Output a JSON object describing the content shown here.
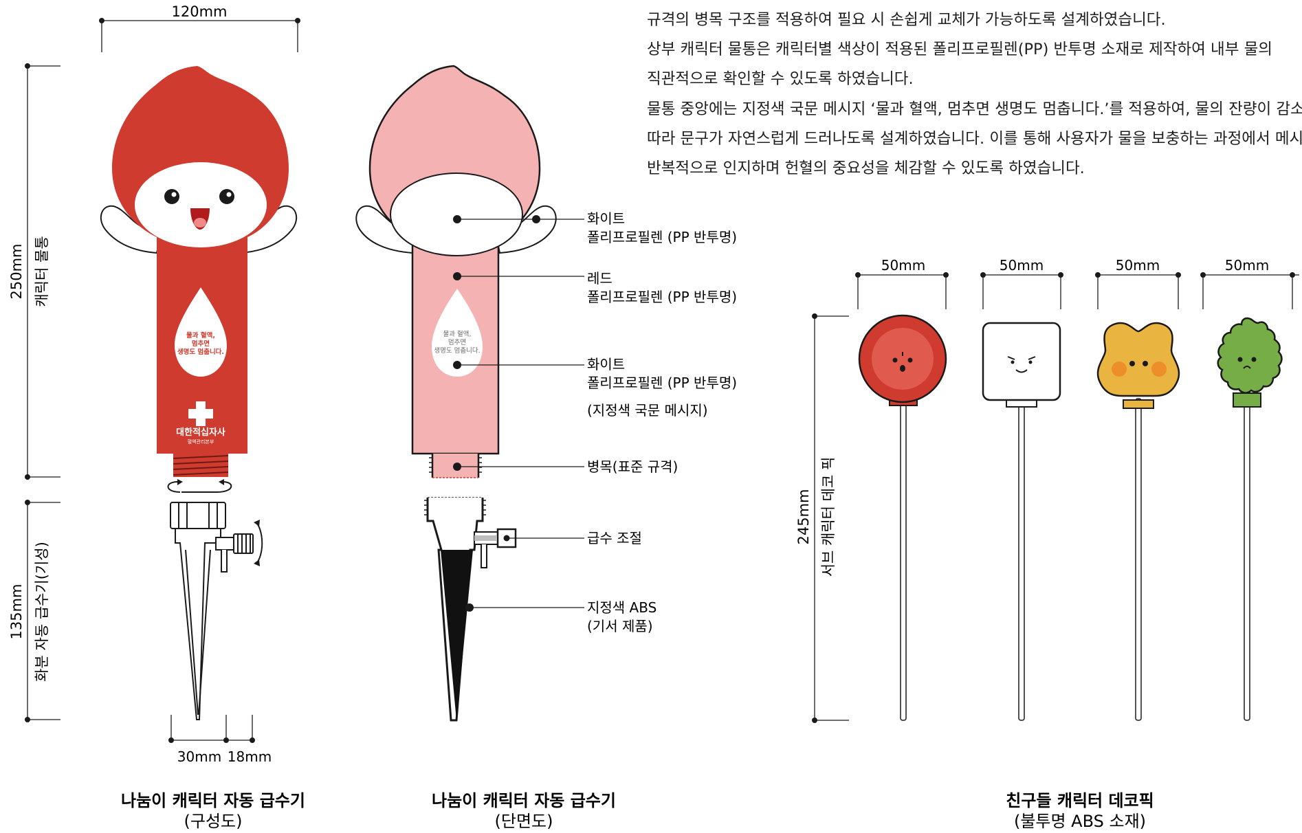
{
  "description": {
    "lines": [
      "규격의 병목 구조를 적용하여 필요 시 손쉽게 교체가 가능하도록 설계하였습니다.",
      "상부 캐릭터 물통은 캐릭터별 색상이 적용된 폴리프로필렌(PP) 반투명 소재로 제작하여 내부 물의",
      "직관적으로 확인할 수 있도록 하였습니다.",
      "물통 중앙에는 지정색 국문 메시지 ‘물과 혈액, 멈추면 생명도 멈춥니다.’를 적용하여, 물의 잔량이 감소",
      "따라 문구가 자연스럽게 드러나도록 설계하였습니다. 이를 통해 사용자가 물을 보충하는 과정에서 메시",
      "반복적으로 인지하며 헌혈의 중요성을 체감할 수 있도록 하였습니다."
    ]
  },
  "assembly": {
    "width_label": "120mm",
    "height_top_value": "250mm",
    "height_top_name": "캐릭터 물통",
    "height_bottom_value": "135mm",
    "height_bottom_name": "화분 자동 급수기(기성)",
    "bottom_dim_1": "30mm",
    "bottom_dim_2": "18mm",
    "message_line1": "물과 혈액,",
    "message_line2": "멈추면",
    "message_line3": "생명도 멈춥니다.",
    "logo_main": "대한적십자사",
    "logo_sub": "혈액관리본부",
    "caption_title": "나눔이 캐릭터 자동 급수기",
    "caption_sub": "(구성도)"
  },
  "section": {
    "message_line1": "물과 혈액,",
    "message_line2": "멈추면",
    "message_line3": "생명도 멈춥니다.",
    "callouts": [
      {
        "line1": "화이트",
        "line2": "폴리프로필렌 (PP 반투명)",
        "line3": ""
      },
      {
        "line1": "레드",
        "line2": "폴리프로필렌 (PP 반투명)",
        "line3": ""
      },
      {
        "line1": "화이트",
        "line2": "폴리프로필렌 (PP 반투명)",
        "line3": "(지정색 국문 메시지)"
      },
      {
        "line1": "병목(표준 규격)",
        "line2": "",
        "line3": ""
      },
      {
        "line1": "급수 조절",
        "line2": "",
        "line3": ""
      },
      {
        "line1": "지정색 ABS",
        "line2": "(기서 제품)",
        "line3": ""
      }
    ],
    "caption_title": "나눔이 캐릭터 자동 급수기",
    "caption_sub": "(단면도)"
  },
  "picks": {
    "width_labels": [
      "50mm",
      "50mm",
      "50mm",
      "50mm"
    ],
    "height_value": "245mm",
    "height_name": "서브 캐릭터 데코 픽",
    "caption_title": "친구들 캐릭터 데코픽",
    "caption_sub": "(불투명 ABS 소재)"
  },
  "colors": {
    "red": "#cf3b2e",
    "pink": "#f4b3b2",
    "yellow": "#e9b440",
    "green": "#76ad46",
    "orange_dot": "#ee8e2a",
    "line": "#1a1a1a"
  }
}
